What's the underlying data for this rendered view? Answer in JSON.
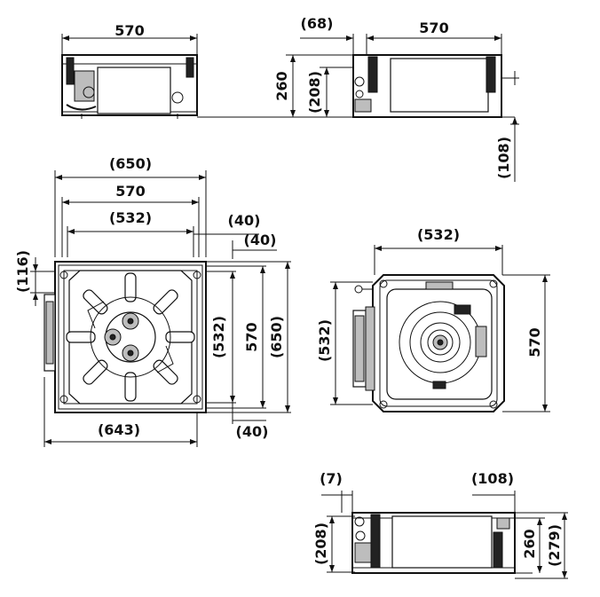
{
  "drawing": {
    "top_left": {
      "width": "570"
    },
    "top_right": {
      "offset": "(68)",
      "width": "570",
      "height": "260",
      "height_inner": "(208)",
      "drop": "(108)"
    },
    "middle_left": {
      "outer_width": "(650)",
      "width": "570",
      "inner_width": "(532)",
      "offset_top": "(40)",
      "offset_side": "(40)",
      "left_drop": "(116)",
      "inner_height": "(532)",
      "height": "570",
      "outer_height": "(650)",
      "bottom_width": "(643)",
      "bottom_offset": "(40)"
    },
    "middle_right": {
      "width": "(532)",
      "height_left": "(532)",
      "height_right": "570"
    },
    "bottom_right": {
      "left_offset": "(7)",
      "right_offset": "(108)",
      "height_left": "(208)",
      "height_a": "260",
      "height_b": "(279)"
    }
  }
}
